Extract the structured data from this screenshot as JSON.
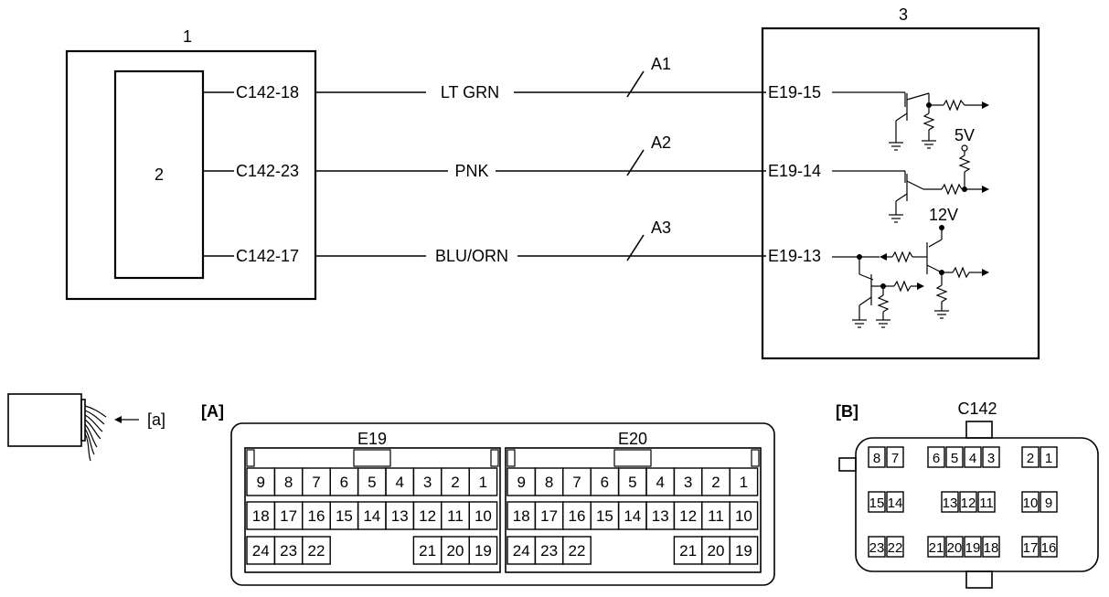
{
  "block_labels": {
    "ecu": "1",
    "inner": "2",
    "module": "3"
  },
  "pins_left": [
    "C142-18",
    "C142-23",
    "C142-17"
  ],
  "wires": [
    "LT GRN",
    "PNK",
    "BLU/ORN"
  ],
  "wire_tags": [
    "A1",
    "A2",
    "A3"
  ],
  "pins_right": [
    "E19-15",
    "E19-14",
    "E19-13"
  ],
  "voltages": [
    "5V",
    "12V"
  ],
  "harness_label": "[a]",
  "connector_a": {
    "label": "[A]",
    "halves": [
      "E19",
      "E20"
    ],
    "row1": [
      "9",
      "8",
      "7",
      "6",
      "5",
      "4",
      "3",
      "2",
      "1"
    ],
    "row2": [
      "18",
      "17",
      "16",
      "15",
      "14",
      "13",
      "12",
      "11",
      "10"
    ],
    "row3_left": [
      "24",
      "23",
      "22"
    ],
    "row3_right": [
      "21",
      "20",
      "19"
    ]
  },
  "connector_b": {
    "label": "[B]",
    "name": "C142",
    "row1": [
      "8",
      "7",
      "6",
      "5",
      "4",
      "3",
      "2",
      "1"
    ],
    "row2_left": [
      "15",
      "14"
    ],
    "row2_mid": [
      "13",
      "12",
      "11"
    ],
    "row2_right": [
      "10",
      "9"
    ],
    "row3": [
      "23",
      "22",
      "21",
      "20",
      "19",
      "18",
      "17",
      "16"
    ]
  }
}
